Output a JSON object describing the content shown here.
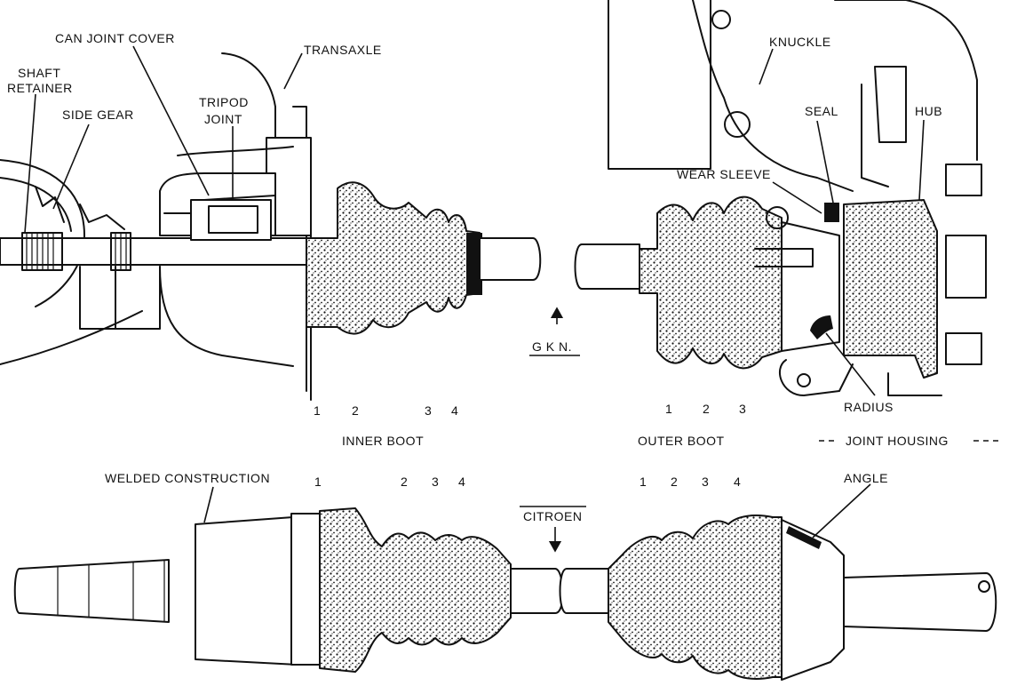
{
  "labels": {
    "can_joint_cover": "CAN JOINT COVER",
    "transaxle": "TRANSAXLE",
    "shaft_retainer_line1": "SHAFT",
    "shaft_retainer_line2": "RETAINER",
    "side_gear": "SIDE GEAR",
    "tripod_joint_line1": "TRIPOD",
    "tripod_joint_line2": "JOINT",
    "knuckle": "KNUCKLE",
    "seal": "SEAL",
    "hub": "HUB",
    "wear_sleeve": "WEAR SLEEVE",
    "gkn": "G K N.",
    "radius": "RADIUS",
    "inner_boot": "INNER BOOT",
    "outer_boot": "OUTER BOOT",
    "joint_housing": "JOINT HOUSING",
    "welded_construction": "WELDED CONSTRUCTION",
    "angle": "ANGLE",
    "citroen": "CITROEN"
  },
  "upper_inner_numbers": [
    "1",
    "2",
    "3",
    "4"
  ],
  "upper_outer_numbers": [
    "1",
    "2",
    "3"
  ],
  "lower_inner_numbers": [
    "1",
    "2",
    "3",
    "4"
  ],
  "lower_outer_numbers": [
    "1",
    "2",
    "3",
    "4"
  ]
}
